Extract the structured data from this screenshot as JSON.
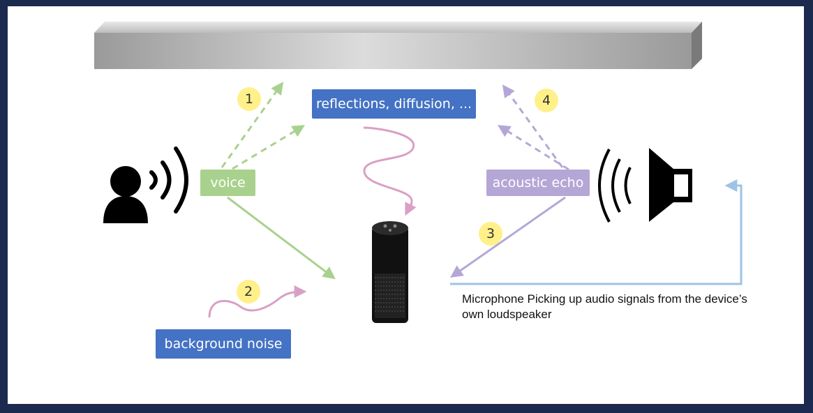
{
  "labels": {
    "reflections": "reflections, diffusion, ...",
    "voice": "voice",
    "acoustic_echo": "acoustic echo",
    "background_noise": "background noise"
  },
  "steps": [
    "1",
    "2",
    "3",
    "4"
  ],
  "caption": "Microphone Picking up audio signals from the device’s own loudspeaker",
  "colors": {
    "border": "#1b2a4e",
    "voice": "#a9d18e",
    "echo": "#b4a7d6",
    "noise": "#d9a0c4",
    "feedback": "#9dc3e6",
    "label_blue": "#4472c4",
    "badge": "#fff08a"
  },
  "icons": [
    "ceiling-bar-icon",
    "person-icon",
    "sound-waves-icon",
    "smart-speaker-icon",
    "loudspeaker-icon"
  ]
}
